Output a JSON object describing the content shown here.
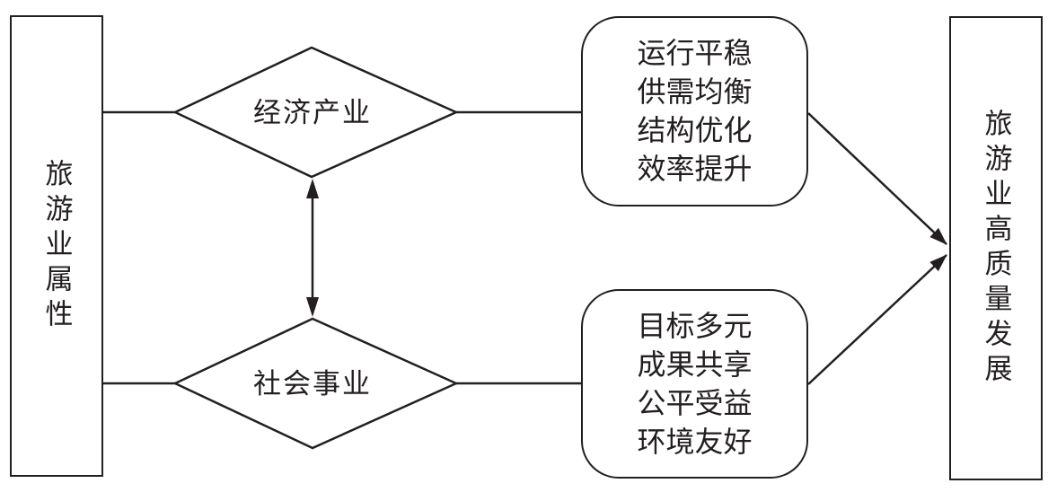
{
  "diagram": {
    "title_hint": "tourism-industry-attributes-to-high-quality-development",
    "colors": {
      "stroke": "#231f20",
      "background": "#ffffff"
    },
    "left_box": {
      "label": "旅游业属性"
    },
    "diamonds": [
      {
        "label": "经济产业"
      },
      {
        "label": "社会事业"
      }
    ],
    "rounded_boxes": [
      {
        "lines": [
          "运行平稳",
          "供需均衡",
          "结构优化",
          "效率提升"
        ]
      },
      {
        "lines": [
          "目标多元",
          "成果共享",
          "公平受益",
          "环境友好"
        ]
      }
    ],
    "right_box": {
      "label": "旅游业高质量发展"
    },
    "connections": [
      {
        "from": "left_box",
        "to": "diamond-economic",
        "style": "line"
      },
      {
        "from": "left_box",
        "to": "diamond-social",
        "style": "line"
      },
      {
        "from": "diamond-economic",
        "to": "rounded-box-economic-outcomes",
        "style": "line"
      },
      {
        "from": "diamond-social",
        "to": "rounded-box-social-outcomes",
        "style": "line"
      },
      {
        "from": "diamond-economic",
        "to": "diamond-social",
        "style": "double-arrow"
      },
      {
        "from": "rounded-box-economic-outcomes",
        "to": "right_box",
        "style": "arrow"
      },
      {
        "from": "rounded-box-social-outcomes",
        "to": "right_box",
        "style": "arrow"
      }
    ]
  }
}
